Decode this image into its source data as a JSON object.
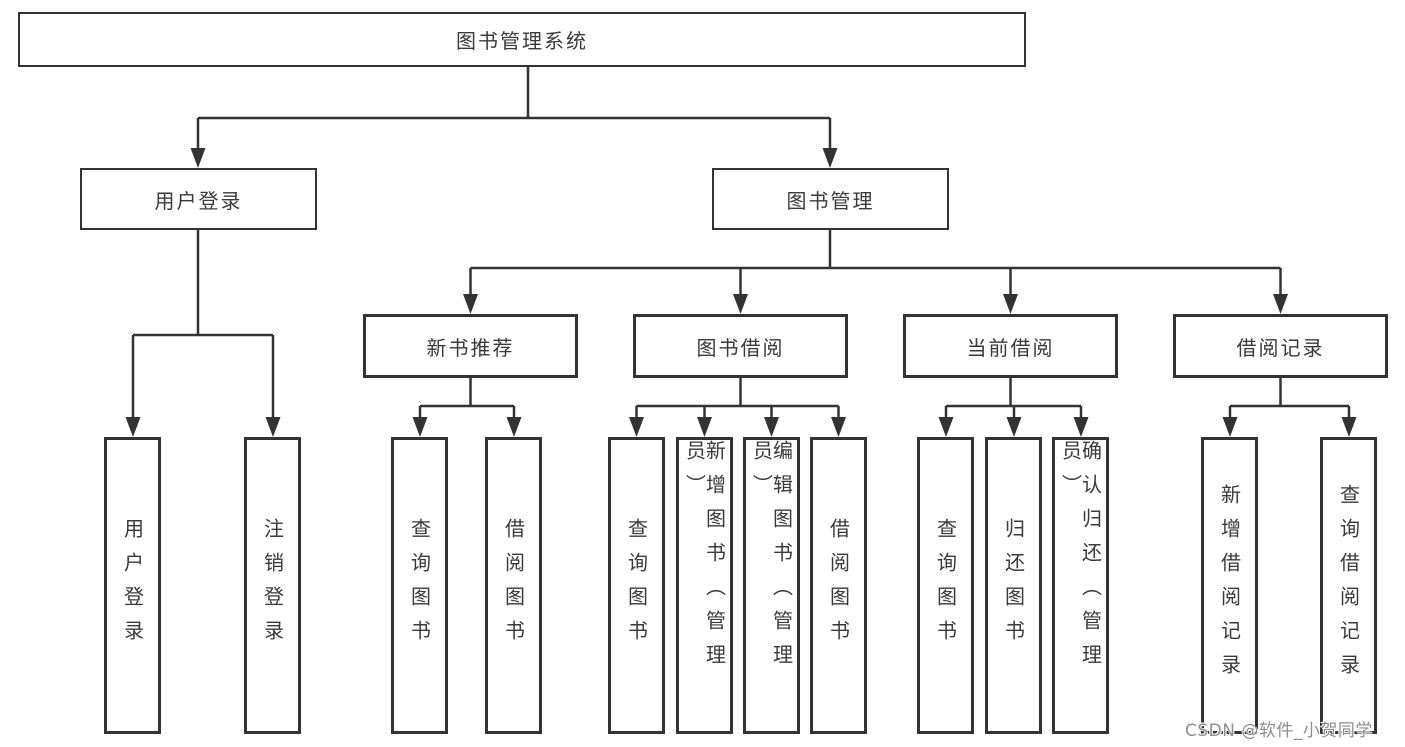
{
  "tree": {
    "label": "图书管理系统",
    "children": [
      {
        "label": "用户登录",
        "children": [
          {
            "label": "用户登录"
          },
          {
            "label": "注销登录"
          }
        ]
      },
      {
        "label": "图书管理",
        "children": [
          {
            "label": "新书推荐",
            "children": [
              {
                "label": "查询图书"
              },
              {
                "label": "借阅图书"
              }
            ]
          },
          {
            "label": "图书借阅",
            "children": [
              {
                "label": "查询图书"
              },
              {
                "label": "新增图书（管理员）"
              },
              {
                "label": "编辑图书（管理员）"
              },
              {
                "label": "借阅图书"
              }
            ]
          },
          {
            "label": "当前借阅",
            "children": [
              {
                "label": "查询图书"
              },
              {
                "label": "归还图书"
              },
              {
                "label": "确认归还（管理员）"
              }
            ]
          },
          {
            "label": "借阅记录",
            "children": [
              {
                "label": "新增借阅记录"
              },
              {
                "label": "查询借阅记录"
              }
            ]
          }
        ]
      }
    ]
  },
  "watermark": {
    "text": "CSDN @软件_小贺同学"
  },
  "colors": {
    "line": "#333333",
    "box_border": "#333333",
    "text": "#3a3a3a",
    "watermark": "#8e8e8e",
    "background": "#ffffff"
  }
}
